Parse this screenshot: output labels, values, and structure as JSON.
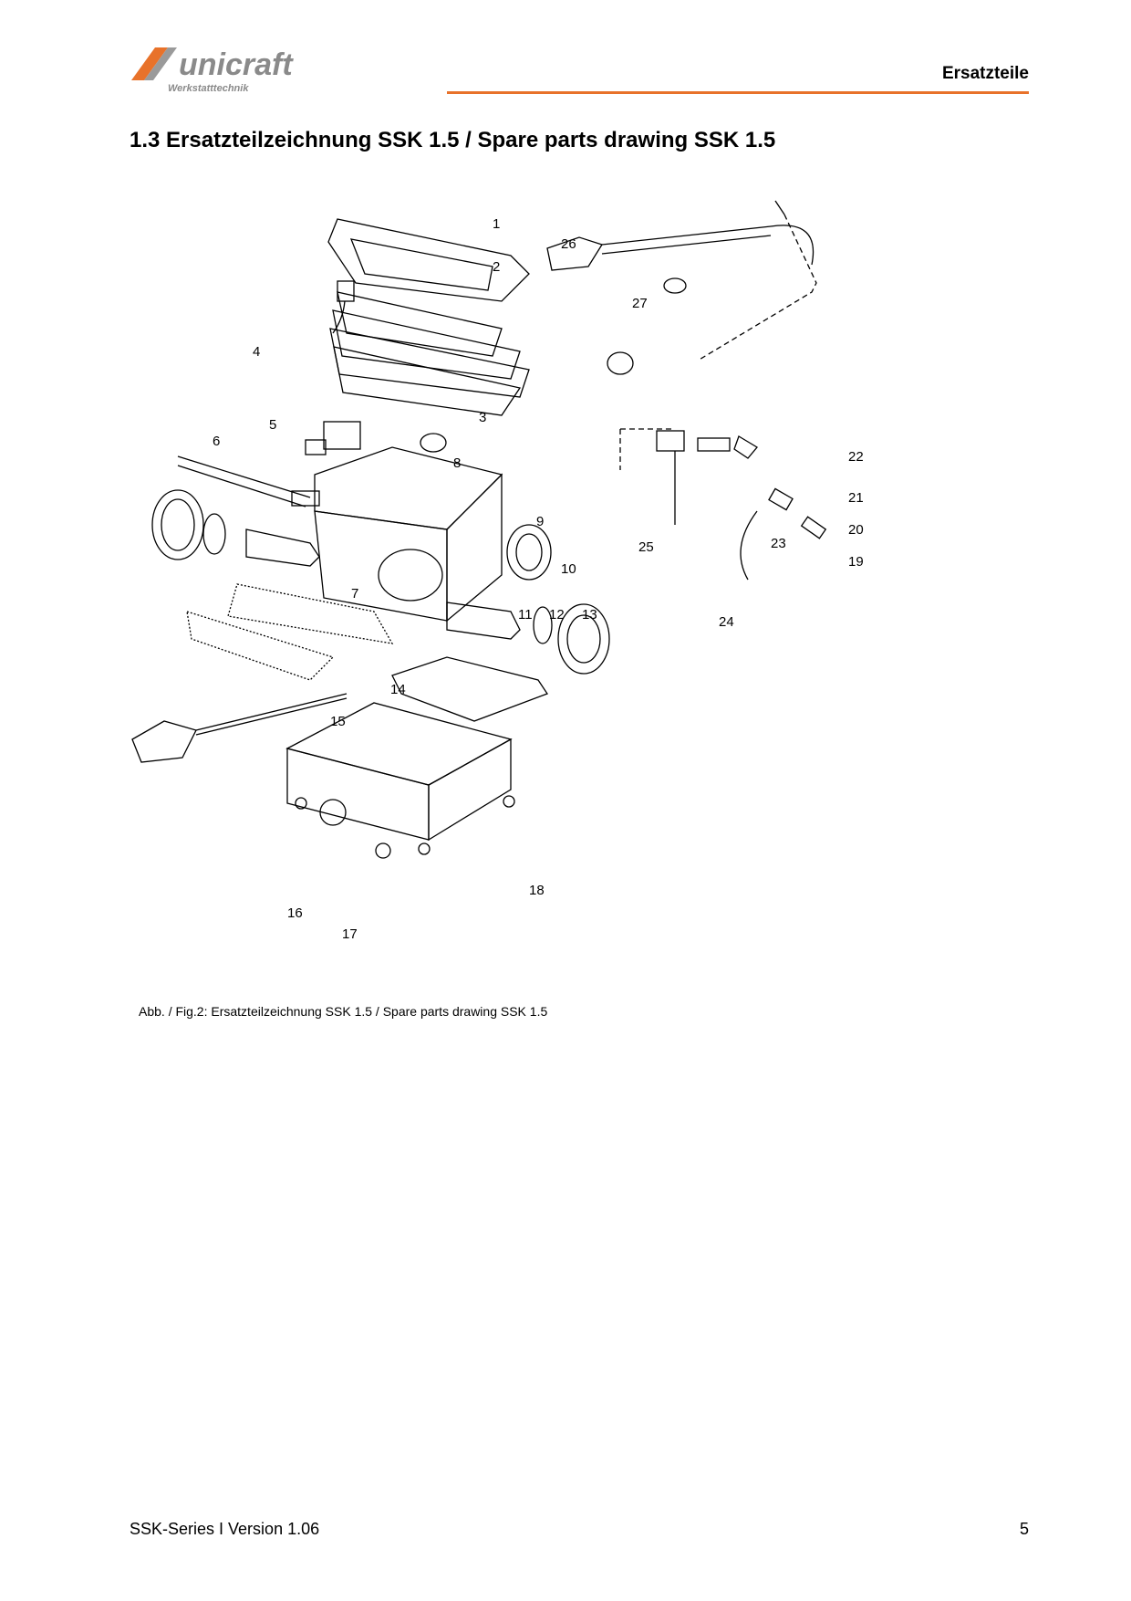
{
  "header": {
    "brand": "unicraft",
    "brand_sub": "Werkstatttechnik",
    "section": "Ersatzteile",
    "accent_color": "#e8722a"
  },
  "title": "1.3  Ersatzteilzeichnung SSK 1.5 / Spare parts drawing SSK 1.5",
  "drawing": {
    "callouts": [
      "1",
      "2",
      "3",
      "4",
      "5",
      "6",
      "7",
      "8",
      "9",
      "10",
      "11",
      "12",
      "13",
      "14",
      "15",
      "16",
      "17",
      "18",
      "19",
      "20",
      "21",
      "22",
      "23",
      "24",
      "25",
      "26",
      "27"
    ]
  },
  "caption": "Abb. / Fig.2: Ersatzteilzeichnung SSK 1.5 / Spare parts drawing SSK 1.5",
  "footer": {
    "left": "SSK-Series I Version 1.06",
    "page": "5"
  }
}
